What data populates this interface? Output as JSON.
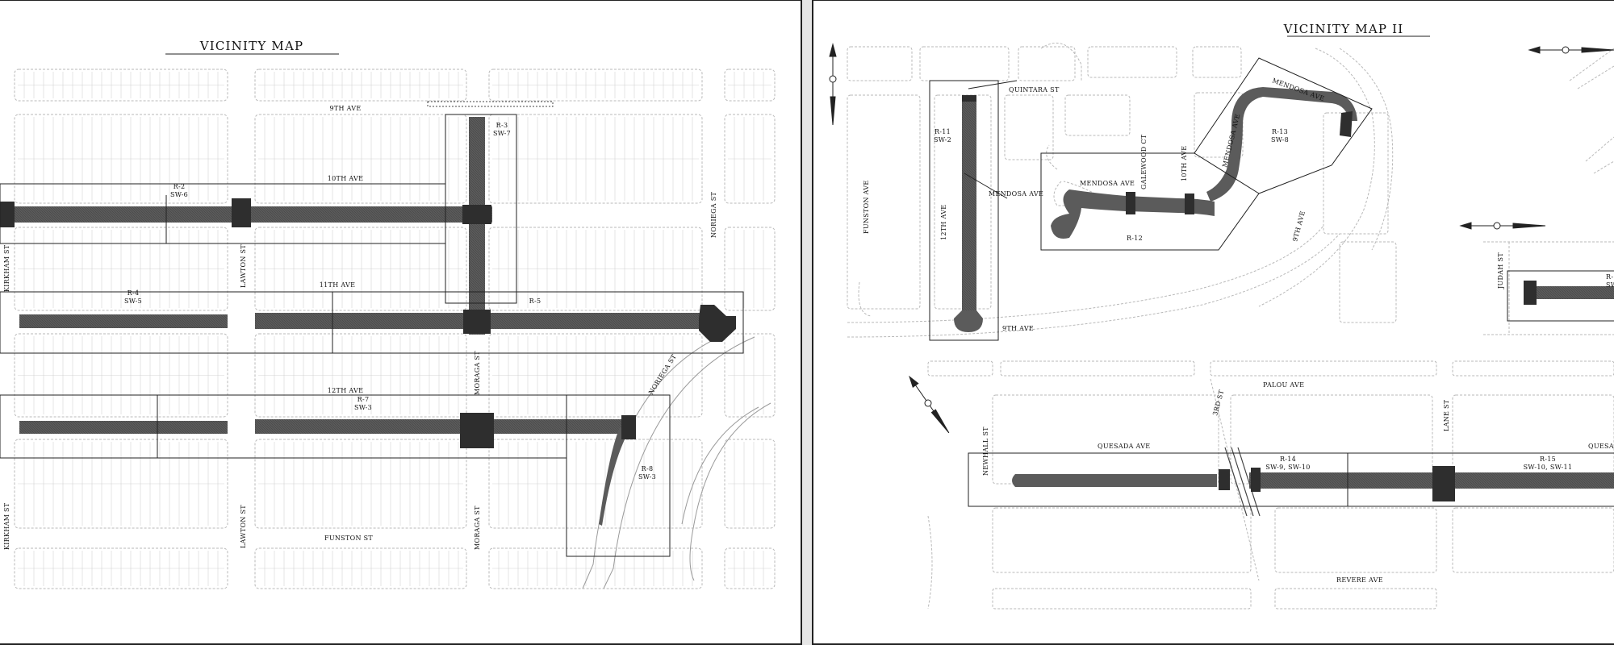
{
  "sheets": [
    {
      "title": "VICINITY MAP"
    },
    {
      "title": "VICINITY MAP II"
    }
  ],
  "colors": {
    "paper": "#ffffff",
    "background": "#e6e6e6",
    "street": "#5b5b5b",
    "intersection": "#2e2e2e",
    "lot_line": "#b9b9b9",
    "frame": "#222222"
  },
  "map1": {
    "streets": {
      "ave_9": "9TH AVE",
      "ave_10": "10TH AVE",
      "ave_11": "11TH AVE",
      "ave_12": "12TH AVE",
      "kirkham_1": "KIRKHAM ST",
      "kirkham_2": "KIRKHAM ST",
      "lawton_1": "LAWTON ST",
      "lawton_2": "LAWTON ST",
      "moraga_1": "MORAGA ST",
      "moraga_2": "MORAGA ST",
      "noriega_1": "NORIEGA ST",
      "noriega_2": "NORIEGA ST",
      "funston": "FUNSTON ST"
    },
    "projects": {
      "r2": [
        "R-2",
        "SW-6"
      ],
      "r3": [
        "R-3",
        "SW-7"
      ],
      "r4": [
        "R-4",
        "SW-5"
      ],
      "r5": [
        "R-5"
      ],
      "r7": [
        "R-7",
        "SW-3"
      ],
      "r8": [
        "R-8",
        "SW-3"
      ]
    }
  },
  "map2": {
    "streets": {
      "quintara": "QUINTARA ST",
      "funston_ave": "FUNSTON AVE",
      "ave_12": "12TH AVE",
      "mendosa_1": "MENDOSA AVE",
      "mendosa_2": "MENDOSA AVE",
      "mendosa_3": "MENDOSA AVE",
      "mendosa_4": "MENDOSA AVE",
      "galewood": "GALEWOOD CT",
      "ave_10": "10TH AVE",
      "ave_9": "9TH AVE",
      "ave_9b": "9TH AVE",
      "judah": "JUDAH ST",
      "palou": "PALOU AVE",
      "newhall": "NEWHALL ST",
      "quesada": "QUESADA AVE",
      "quesada_2": "QUESADA",
      "third": "3RD ST",
      "lane": "LANE ST",
      "revere": "REVERE AVE"
    },
    "projects": {
      "r11": [
        "R-11",
        "SW-2"
      ],
      "r12": [
        "R-12"
      ],
      "r13": [
        "R-13",
        "SW-8"
      ],
      "r14": [
        "R-14",
        "SW-9, SW-10"
      ],
      "r15": [
        "R-15",
        "SW-10, SW-11"
      ],
      "r_partial": [
        "R-",
        "SW-"
      ]
    }
  }
}
